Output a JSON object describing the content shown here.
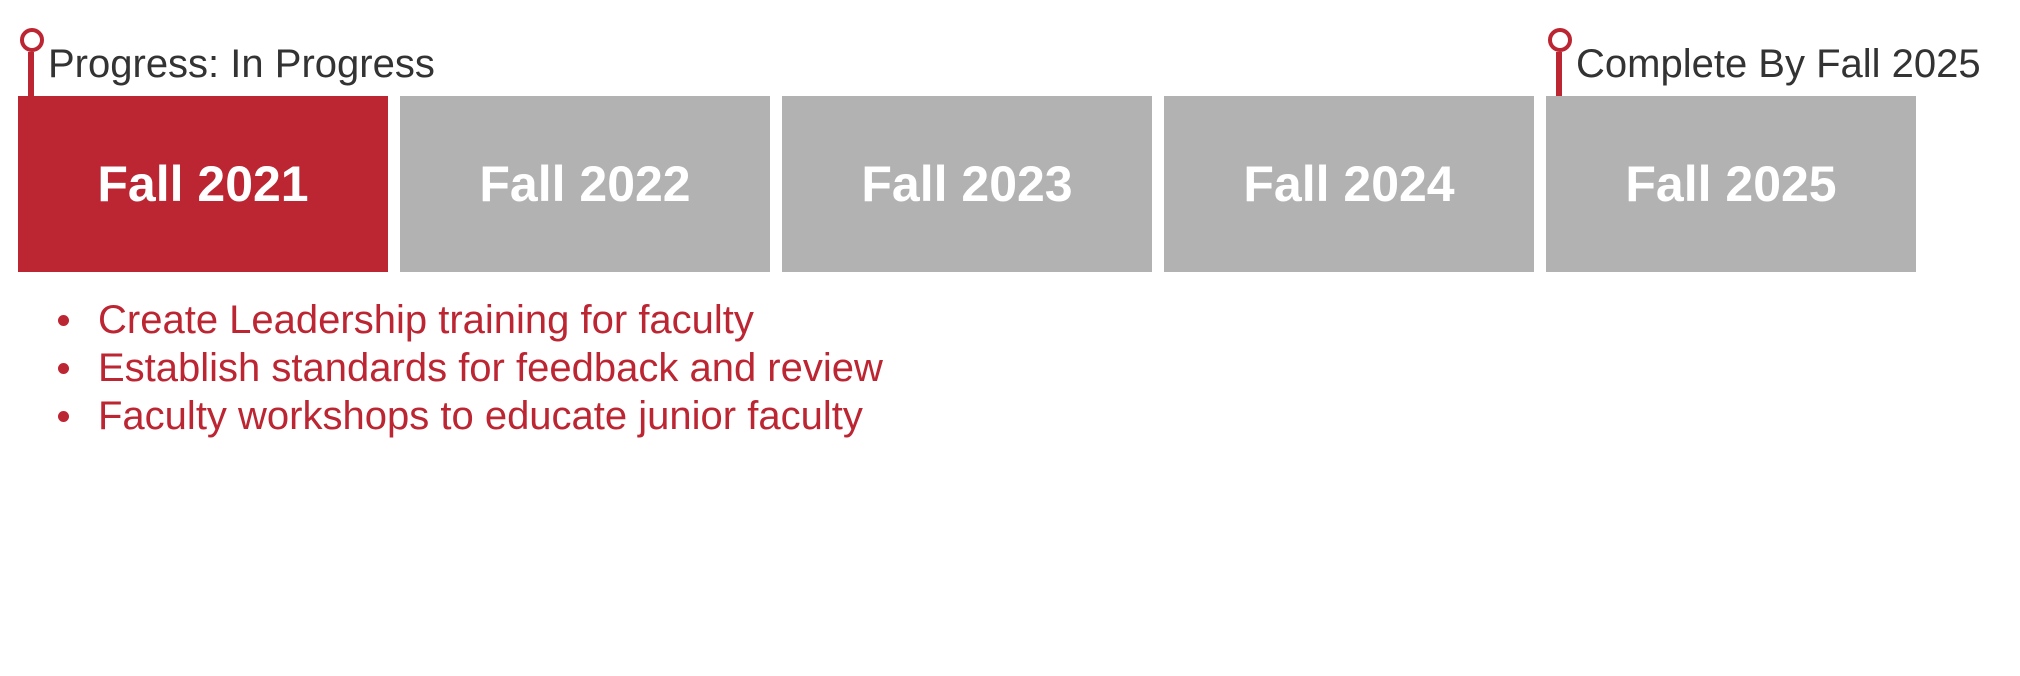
{
  "colors": {
    "accent": "#bc2532",
    "inactive": "#b2b2b2"
  },
  "markers": {
    "progress": {
      "label": "Progress: In Progress",
      "icon": "pin-marker-icon"
    },
    "complete": {
      "label": "Complete By Fall 2025",
      "icon": "pin-marker-icon"
    }
  },
  "timeline": {
    "periods": [
      {
        "label": "Fall 2021",
        "active": true
      },
      {
        "label": "Fall 2022",
        "active": false
      },
      {
        "label": "Fall 2023",
        "active": false
      },
      {
        "label": "Fall 2024",
        "active": false
      },
      {
        "label": "Fall 2025",
        "active": false
      }
    ]
  },
  "tasks": [
    "Create Leadership training for faculty",
    "Establish standards for feedback and review",
    "Faculty workshops to educate junior faculty"
  ]
}
